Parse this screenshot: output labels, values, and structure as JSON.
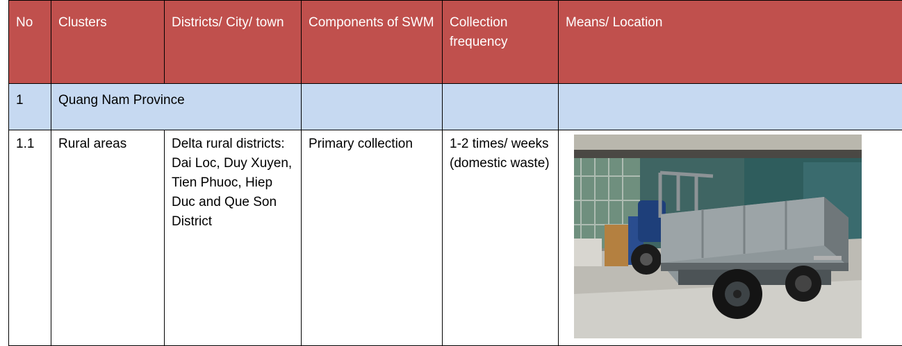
{
  "headers": {
    "no": "No",
    "clusters": "Clusters",
    "districts": "Districts/ City/ town",
    "components": "Components of SWM",
    "frequency": "Collection frequency",
    "means": "Means/ Location"
  },
  "section": {
    "no": "1",
    "name": "Quang Nam Province"
  },
  "row": {
    "no": "1.1",
    "clusters": "Rural areas",
    "districts": "Delta rural districts: Dai Loc, Duy Xuyen, Tien Phuoc, Hiep Duc and Que Son District",
    "components": "Primary collection",
    "frequency": "1-2 times/ weeks (domestic waste)"
  },
  "colors": {
    "header_bg": "#c0504d",
    "section_bg": "#c6d9f1"
  }
}
